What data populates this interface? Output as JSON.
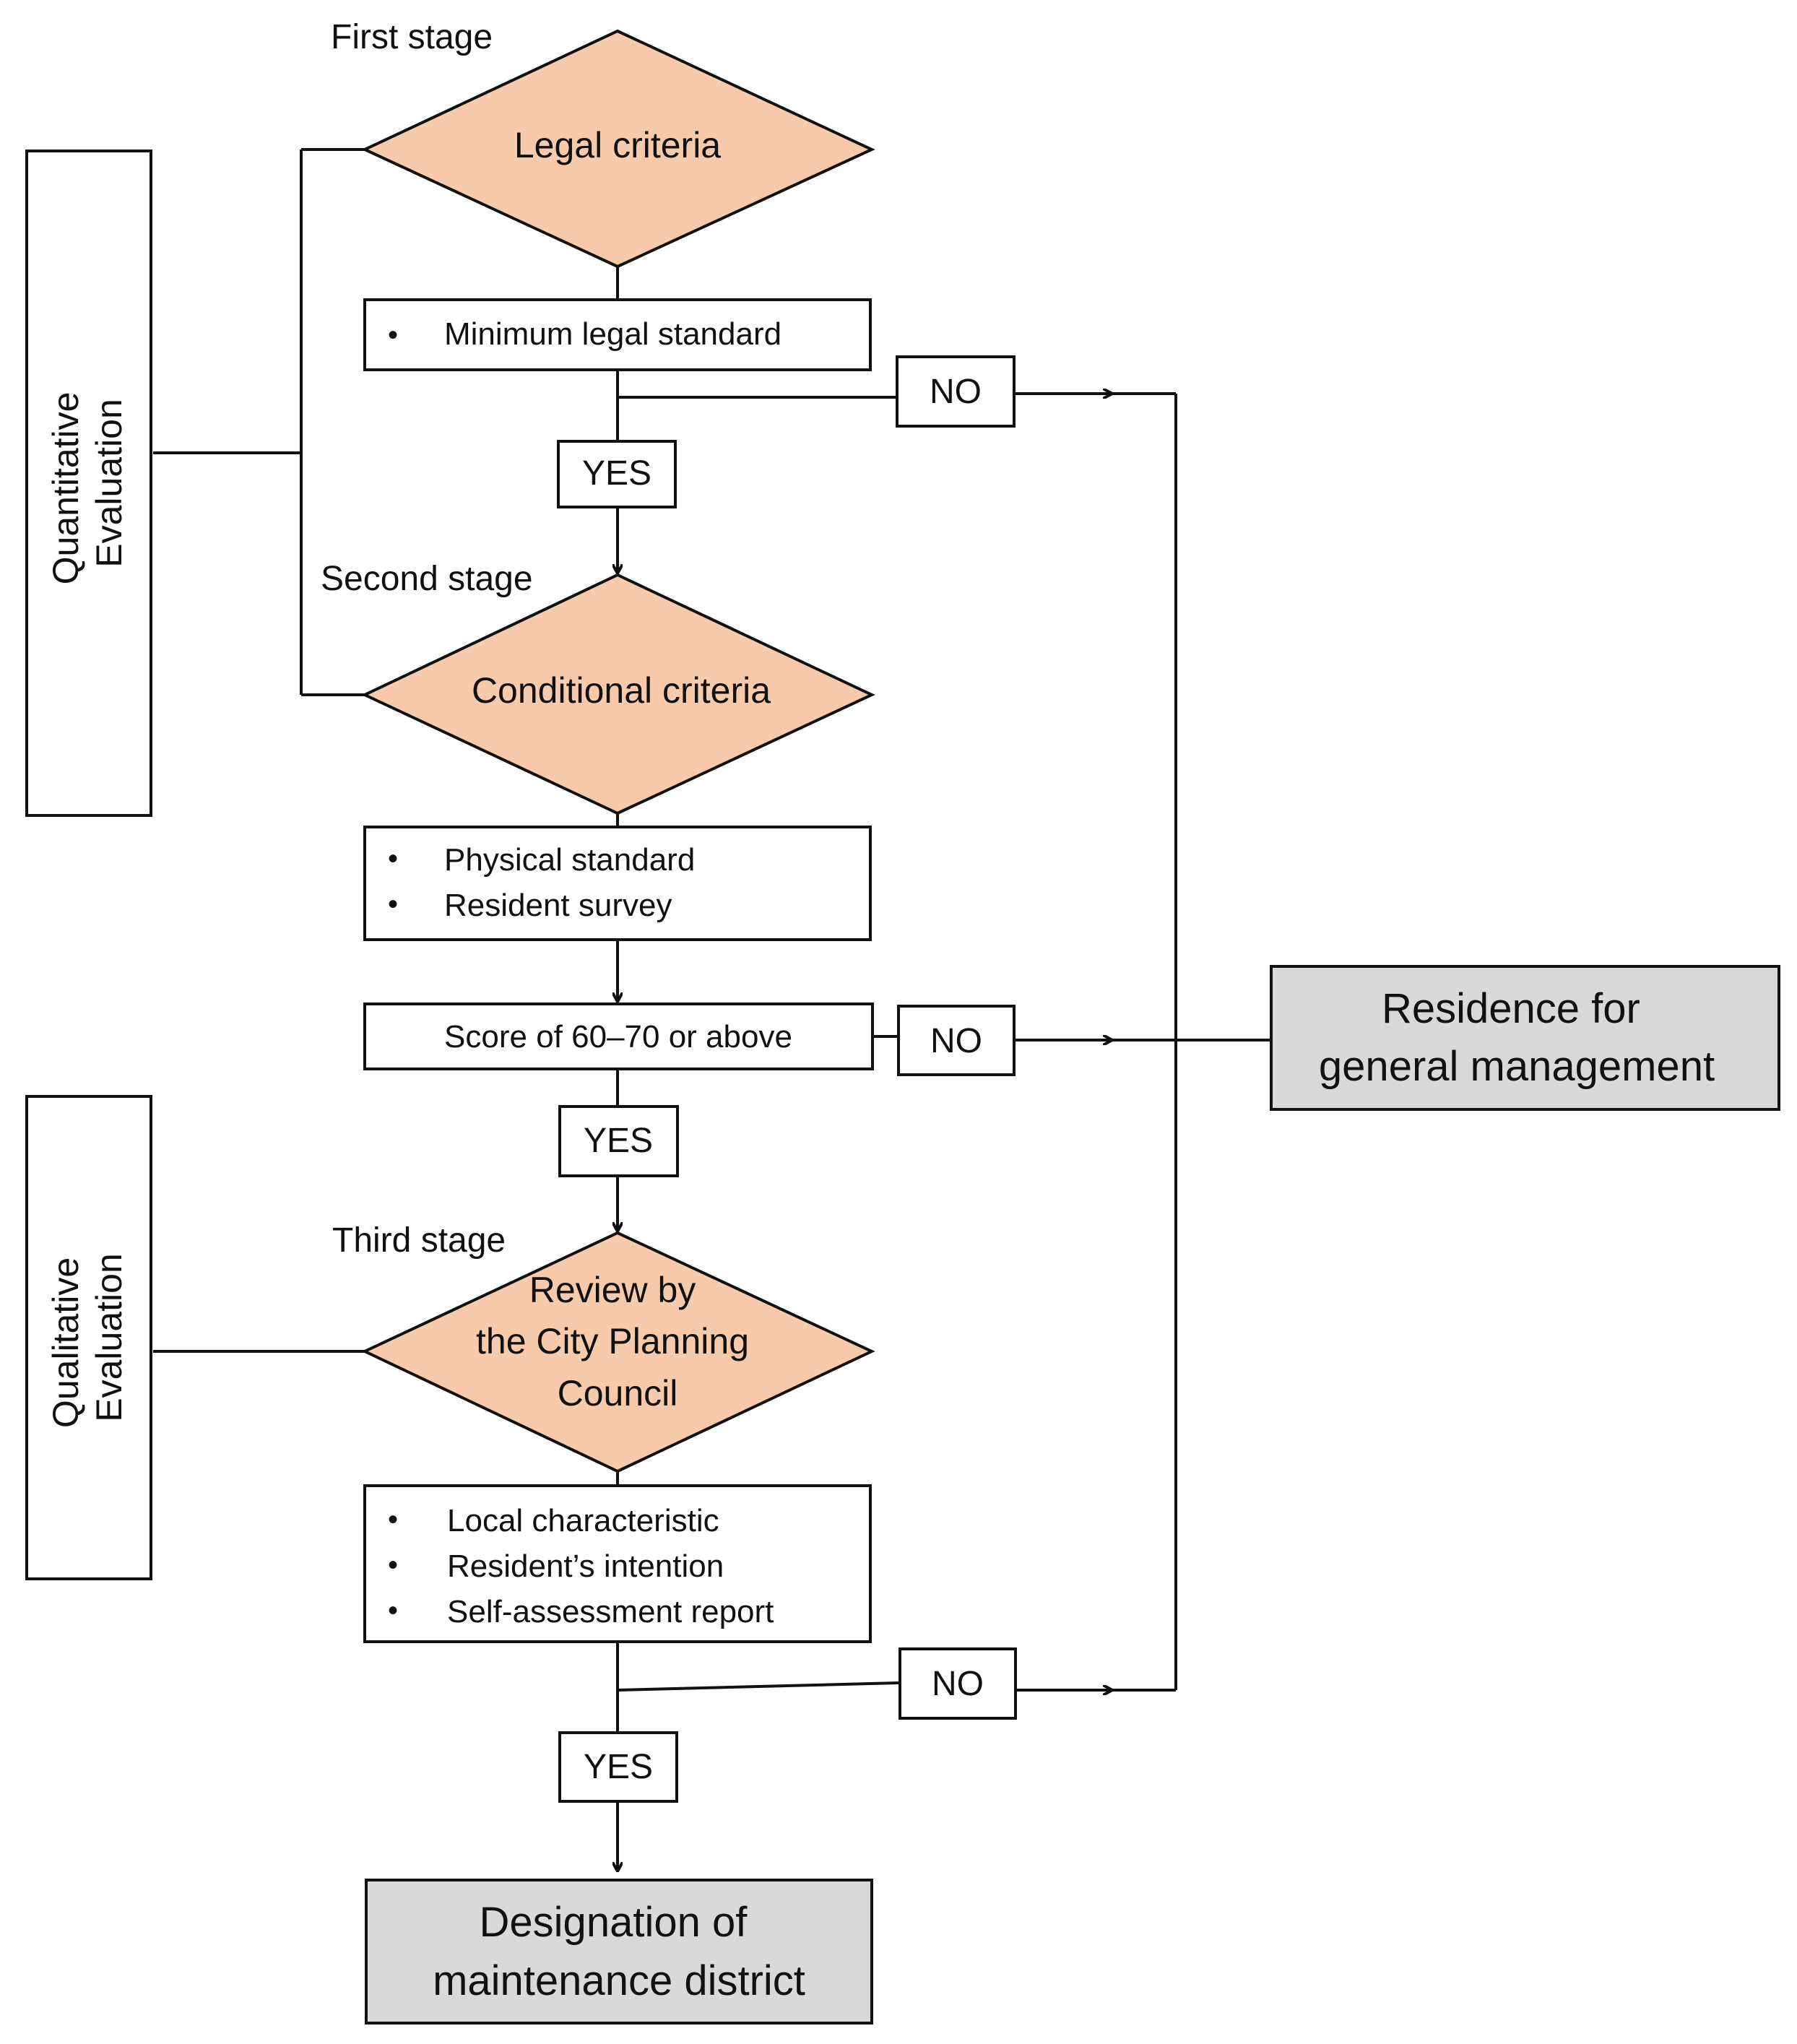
{
  "stages": {
    "first": {
      "label": "First stage",
      "title": "Legal criteria",
      "items": [
        "Minimum legal standard"
      ]
    },
    "second": {
      "label": "Second stage",
      "title": "Conditional criteria",
      "items": [
        "Physical standard",
        "Resident survey"
      ],
      "score": "Score of 60–70 or above"
    },
    "third": {
      "label": "Third stage",
      "title_lines": [
        "Review by",
        "the City Planning",
        "Council"
      ],
      "items": [
        "Local characteristic",
        "Resident’s intention",
        "Self-assessment report"
      ]
    }
  },
  "evaluations": {
    "quantitative": [
      "Quantitative",
      "Evaluation"
    ],
    "qualitative": [
      "Qualitative",
      "Evaluation"
    ]
  },
  "decisions": {
    "no": "NO",
    "yes": "YES"
  },
  "outcomes": {
    "general": [
      "Residence for",
      "general management"
    ],
    "designation": [
      "Designation of",
      "maintenance district"
    ]
  },
  "bullet": "•",
  "colors": {
    "diamond_fill": "#f7caac",
    "terminal_fill": "#d9d9d9",
    "stroke": "#111111"
  }
}
